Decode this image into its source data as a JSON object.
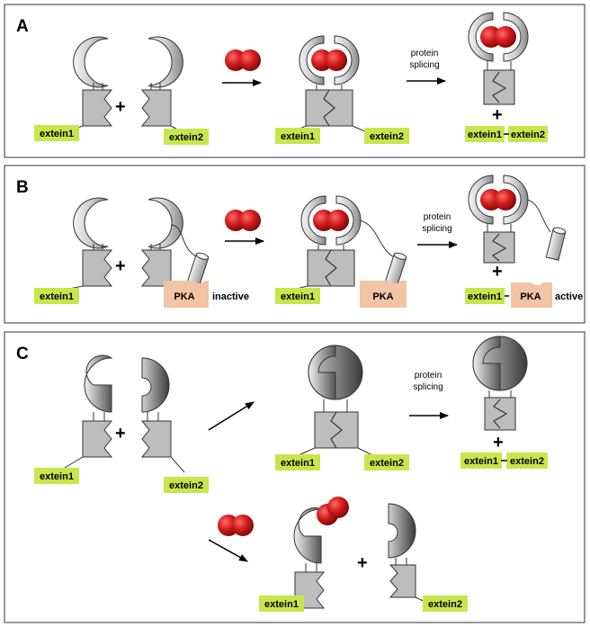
{
  "panels": {
    "a": {
      "letter": "A",
      "extein1": "extein1",
      "extein2": "extein2",
      "plus": "+",
      "step_label_1": "protein",
      "step_label_2": "splicing",
      "product_left": "extein1",
      "product_right": "extein2"
    },
    "b": {
      "letter": "B",
      "extein1": "extein1",
      "pka": "PKA",
      "inactive": "inactive",
      "active": "active",
      "plus": "+",
      "step_label_1": "protein",
      "step_label_2": "splicing",
      "product_left": "extein1"
    },
    "c": {
      "letter": "C",
      "extein1": "extein1",
      "extein2": "extein2",
      "plus": "+",
      "step_label_1": "protein",
      "step_label_2": "splicing",
      "product_left": "extein1",
      "product_right": "extein2"
    }
  },
  "colors": {
    "extein_green": "#c8e64c",
    "pka_peach": "#f2c4a6",
    "ligand_red": "#c81a1a",
    "domain_gray": "#bdbdbd"
  }
}
